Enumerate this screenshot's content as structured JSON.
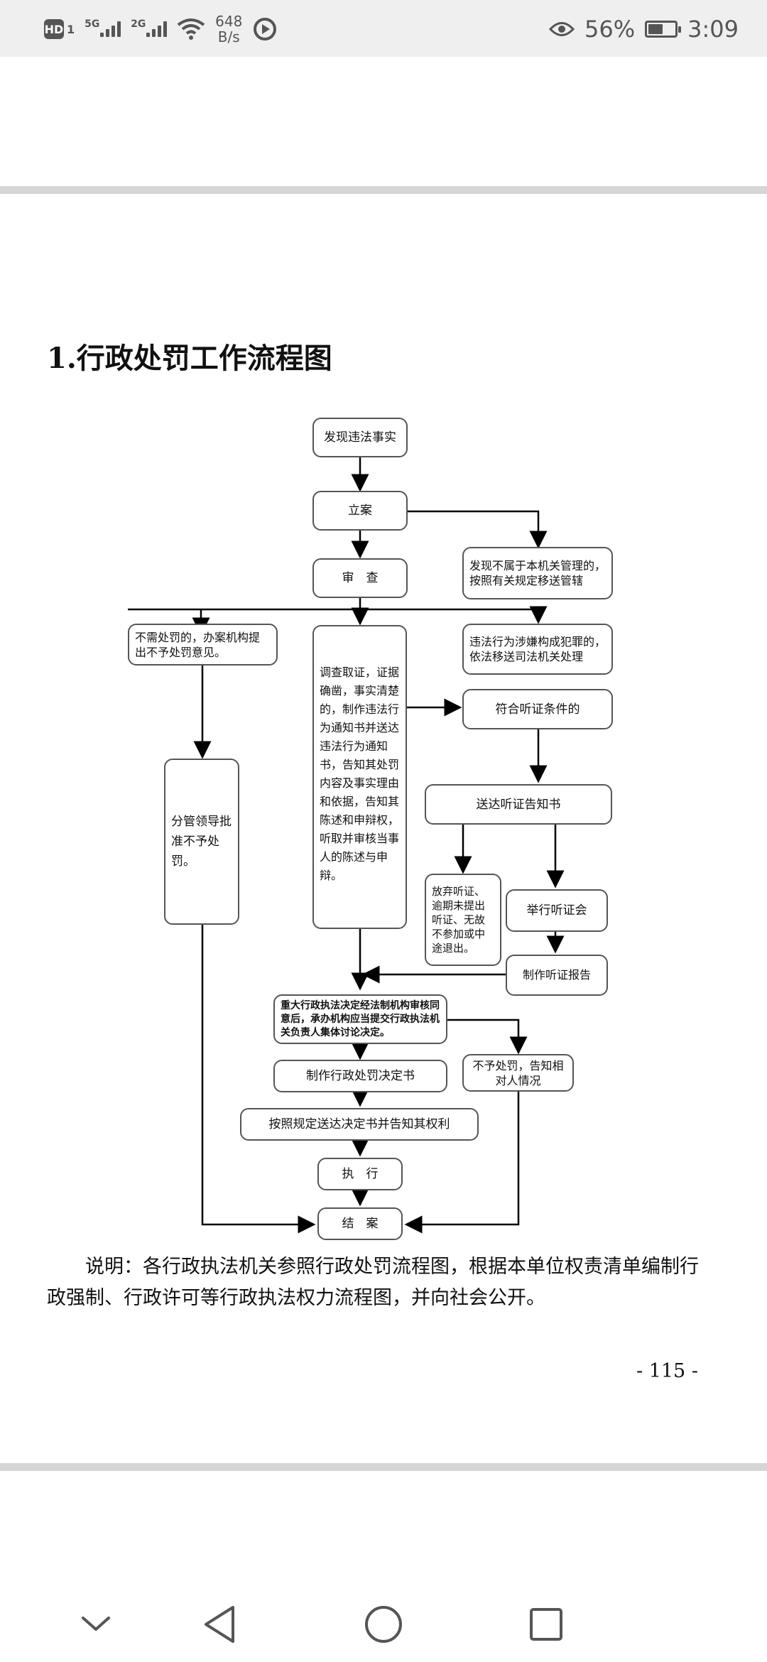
{
  "status_bar": {
    "hd_label": "HD",
    "hd_sub": "1",
    "sim1_label": "5G",
    "sim2_label": "2G",
    "net_speed_value": "648",
    "net_speed_unit": "B/s",
    "battery_percent": "56%",
    "battery_level": 0.56,
    "time": "3:09",
    "icons": [
      "hd-icon",
      "signal-icon",
      "wifi-icon",
      "media-icon",
      "eye-icon",
      "battery-icon"
    ]
  },
  "document": {
    "title": "1.行政处罚工作流程图",
    "flowchart": {
      "discover": "发现违法事实",
      "file_case": "立案",
      "transfer_other": "发现不属于本机关管理的，按照有关规定移送管辖",
      "review": "审　查",
      "no_penalty_needed": "不需处罚的，办案机构提出不予处罚意见。",
      "investigate": "调查取证，证据确凿，事实清楚的，制作违法行为通知书并送达违法行为通知书，告知其处罚内容及事实理由和依据，告知其陈述和申辩权，听取并审核当事人的陈述与申辩。",
      "crime_transfer": "违法行为涉嫌构成犯罪的，依法移送司法机关处理",
      "hearing_conditions": "符合听证条件的",
      "hearing_notice": "送达听证告知书",
      "leader_approve": "分管领导批准不予处罚。",
      "waive_hearing": "放弃听证、逾期未提出听证、无故不参加或中途退出。",
      "hold_hearing": "举行听证会",
      "hearing_report": "制作听证报告",
      "major_decision": "重大行政执法决定经法制机构审核同意后，承办机构应当提交行政执法机关负责人集体讨论决定。",
      "no_penalty_inform": "不予处罚，告知相对人情况",
      "make_decision": "制作行政处罚决定书",
      "deliver_decision": "按照规定送达决定书并告知其权利",
      "execute": "执　行",
      "close_case": "结　案"
    },
    "note": "说明：各行政执法机关参照行政处罚流程图，根据本单位权责清单编制行政强制、行政许可等行政执法权力流程图，并向社会公开。",
    "page_number": "- 115 -"
  },
  "nav_bar": {
    "icons": [
      "chevron-down-icon",
      "back-icon",
      "home-icon",
      "recents-icon"
    ]
  }
}
